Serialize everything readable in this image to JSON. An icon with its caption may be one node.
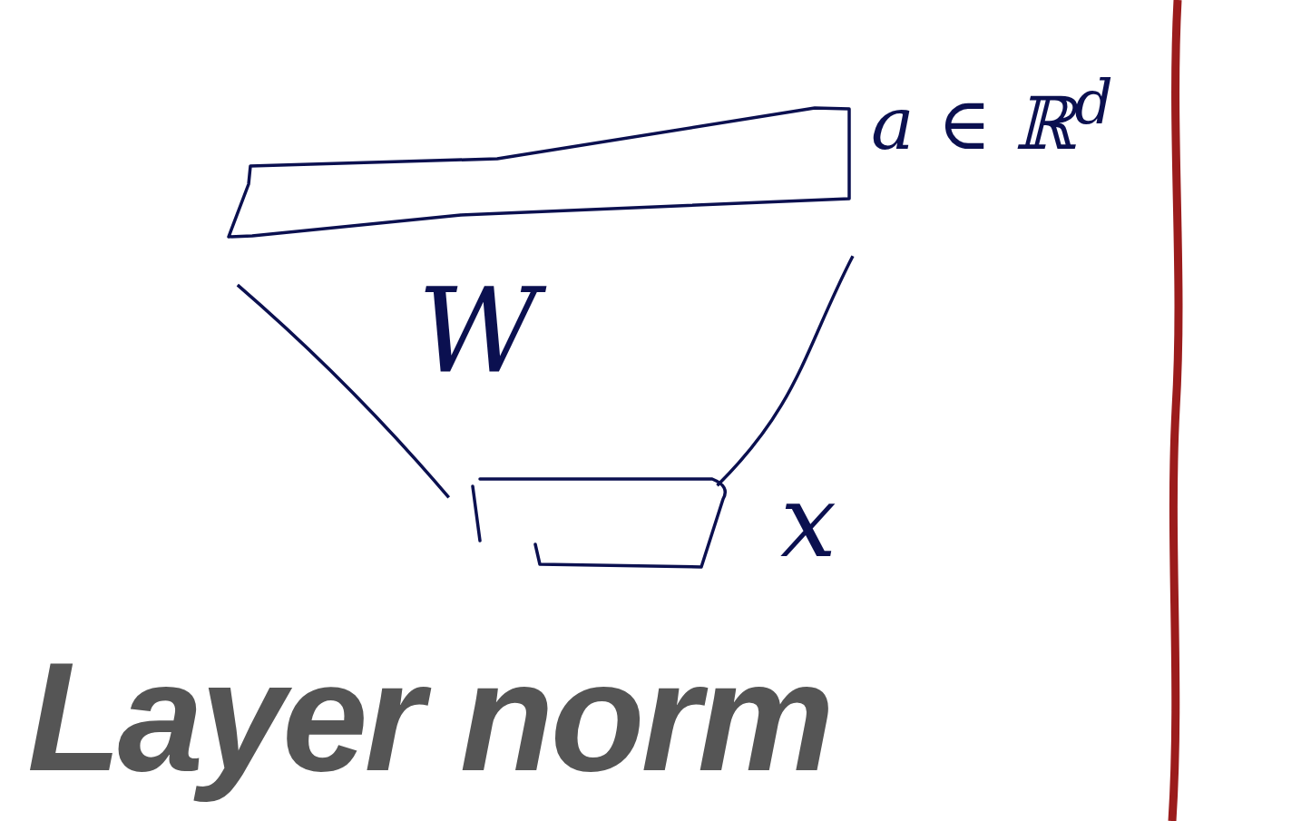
{
  "diagram": {
    "title": "Layer norm",
    "nodes": [
      {
        "text": [],
        "shape": "bar",
        "beside": [
          "a ∈ ℝ$^{d}$"
        ]
      },
      {
        "text": [],
        "shape": "box",
        "beside": [
          "x"
        ]
      }
    ],
    "edges": [
      {
        "from": 1,
        "to": 0,
        "arrow": "none"
      },
      {
        "from": 1,
        "to": 0,
        "arrow": "none"
      }
    ],
    "labels": [
      "W"
    ]
  }
}
